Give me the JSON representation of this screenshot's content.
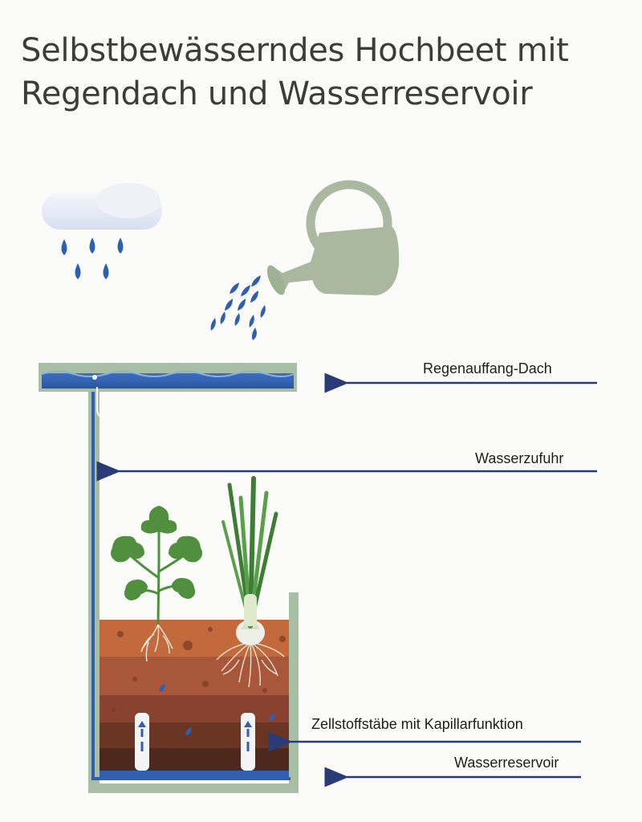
{
  "title": {
    "line1": "Selbstbewässerndes Hochbeet mit",
    "line2": "Regendach und Wasserreservoir"
  },
  "labels": {
    "roof": "Regenauffang-Dach",
    "supply": "Wasserzufuhr",
    "wicks": "Zellstoffstäbe mit Kapillarfunktion",
    "reservoir": "Wasserreservoir"
  },
  "icons": [
    "rain-cloud-icon",
    "watering-can-icon",
    "parsley-plant-icon",
    "spring-onion-icon"
  ],
  "colors": {
    "water": "#2f5fae",
    "frame": "#a8bfa6",
    "can": "#a9b89f",
    "arrow": "#2a3c78",
    "soil_top": "#c26a3c",
    "soil_mid": "#a04f2f",
    "soil_deep": "#6b3524",
    "plant": "#4f8f3d"
  }
}
